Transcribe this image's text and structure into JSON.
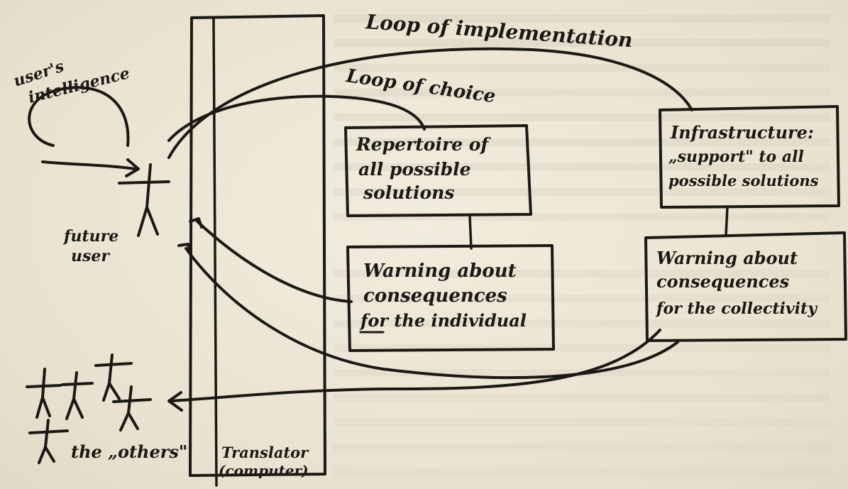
{
  "diagram": {
    "ink_color": "#1b1915",
    "paper_color": "#ece6d6",
    "labels": {
      "loop_implementation": "Loop of implementation",
      "loop_choice": "Loop of choice",
      "users_intelligence_line1": "user's",
      "users_intelligence_line2": "intelligence",
      "future_user_line1": "future",
      "future_user_line2": "user",
      "the_others": "the „others\"",
      "translator_line1": "Translator",
      "translator_line2": "(computer)"
    },
    "boxes": {
      "repertoire": [
        "Repertoire of",
        "all possible",
        "solutions"
      ],
      "warning_individual": [
        "Warning about",
        "consequences",
        "for the individual"
      ],
      "infrastructure": [
        "Infrastructure:",
        "„support\" to all",
        "possible solutions"
      ],
      "warning_collectivity": [
        "Warning about",
        "consequences",
        "for the collectivity"
      ]
    }
  }
}
